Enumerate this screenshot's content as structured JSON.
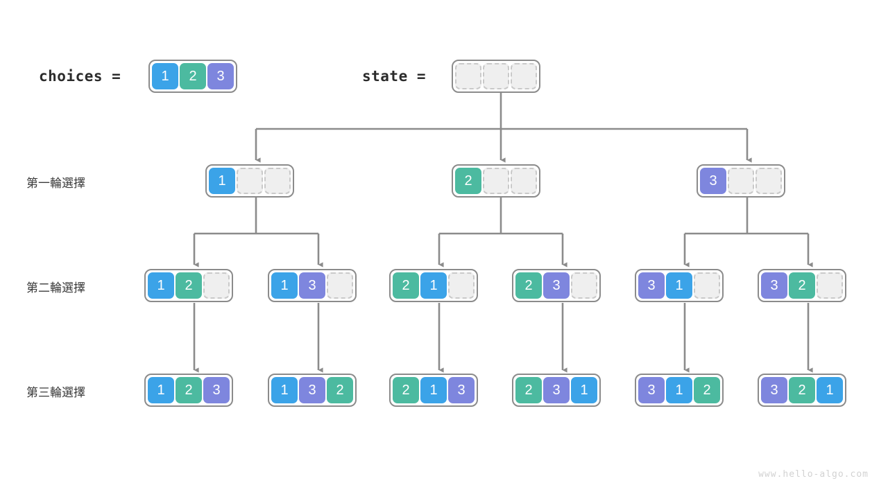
{
  "header": {
    "choices_label": "choices =",
    "state_label": "state =",
    "choices": [
      1,
      2,
      3
    ],
    "state": [
      null,
      null,
      null
    ]
  },
  "rows": [
    {
      "label": "第一輪選擇"
    },
    {
      "label": "第二輪選擇"
    },
    {
      "label": "第三輪選擇"
    }
  ],
  "colors": {
    "value_1": "#3ba3e8",
    "value_2": "#4cbaa0",
    "value_3": "#7e86de",
    "edge": "#8b8b8b",
    "box_border": "#8b8b8b",
    "empty_cell": "#efefef",
    "empty_cell_border": "#c9c9c9"
  },
  "tree": {
    "root": {
      "state": [
        null,
        null,
        null
      ]
    },
    "level1": [
      {
        "state": [
          1,
          null,
          null
        ]
      },
      {
        "state": [
          2,
          null,
          null
        ]
      },
      {
        "state": [
          3,
          null,
          null
        ]
      }
    ],
    "level2": [
      {
        "state": [
          1,
          2,
          null
        ]
      },
      {
        "state": [
          1,
          3,
          null
        ]
      },
      {
        "state": [
          2,
          1,
          null
        ]
      },
      {
        "state": [
          2,
          3,
          null
        ]
      },
      {
        "state": [
          3,
          1,
          null
        ]
      },
      {
        "state": [
          3,
          2,
          null
        ]
      }
    ],
    "level3": [
      {
        "state": [
          1,
          2,
          3
        ]
      },
      {
        "state": [
          1,
          3,
          2
        ]
      },
      {
        "state": [
          2,
          1,
          3
        ]
      },
      {
        "state": [
          2,
          3,
          1
        ]
      },
      {
        "state": [
          3,
          1,
          2
        ]
      },
      {
        "state": [
          3,
          2,
          1
        ]
      }
    ]
  },
  "watermark": "www.hello-algo.com"
}
